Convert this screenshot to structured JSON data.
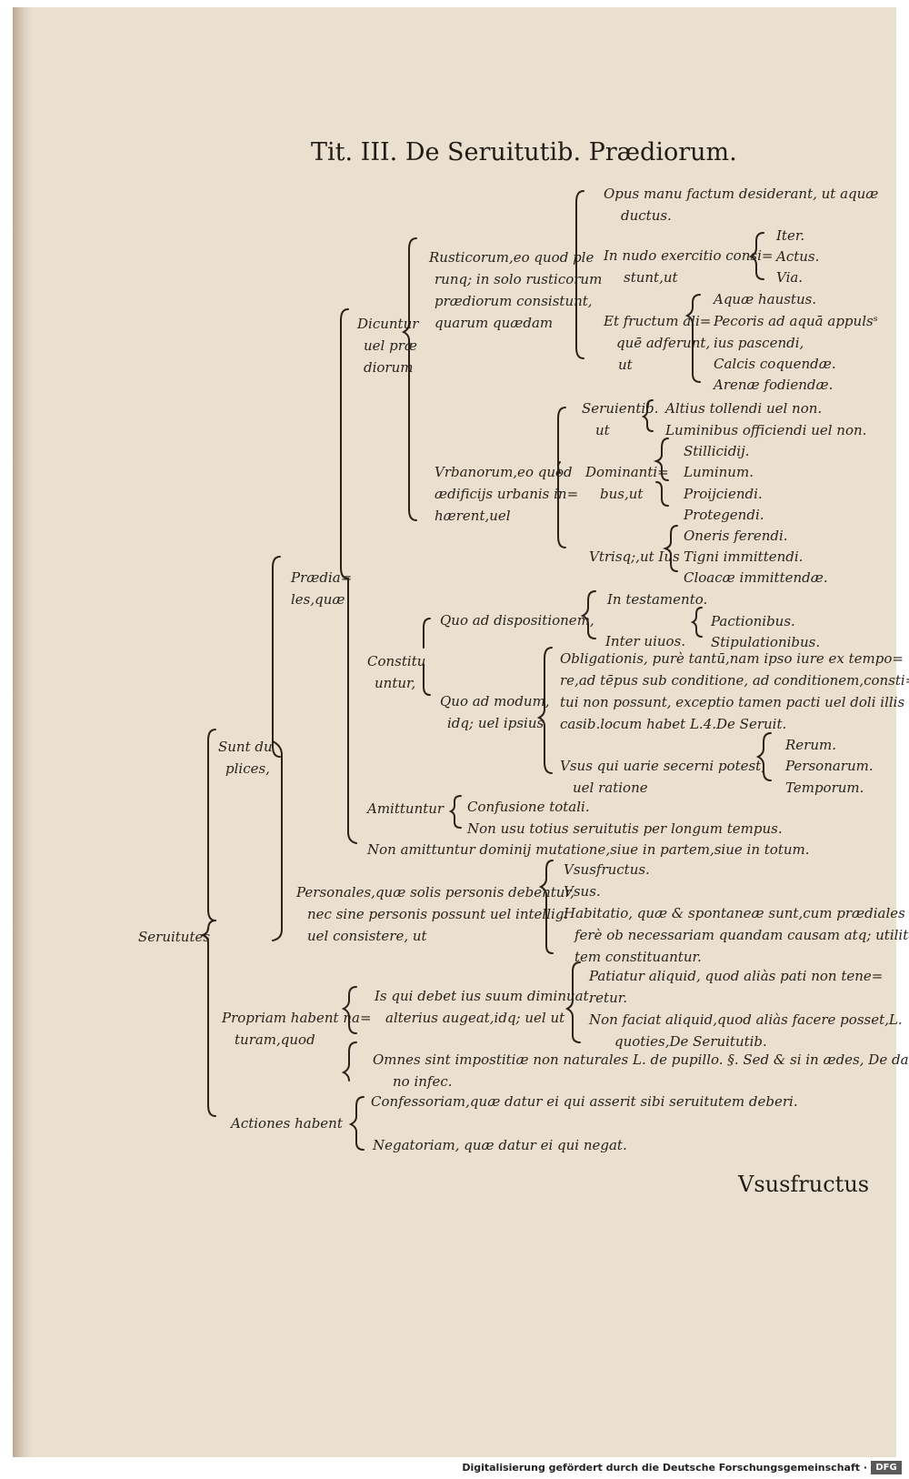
{
  "title": "Tit. III. De Seruitutib. Prædiorum.",
  "catchword": "Vsusfructus",
  "footer": {
    "text": "Digitalisierung gefördert durch die Deutsche Forschungsgemeinschaft ·",
    "logo": "DFG"
  },
  "nodes": {
    "n1": "Opus manu factum desiderant, ut aquæ",
    "n2": "ductus.",
    "n3": "In nudo exercitio consi=",
    "n4": "stunt,ut",
    "n5": "Iter.",
    "n6": "Actus.",
    "n7": "Via.",
    "n8": "Rusticorum,eo quod ple",
    "n9": "runq; in solo rusticorum",
    "n10": "prædiorum consistunt,",
    "n11": "quarum quædam",
    "n12": "Aquæ haustus.",
    "n13": "Et fructum ali=",
    "n14": "quē adferunt,",
    "n15": "ut",
    "n16": "Pecoris ad aquā appulsˢ",
    "n17": "ius pascendi,",
    "n18": "Calcis coquendæ.",
    "n19": "Arenæ fodiendæ.",
    "n20": "Dicuntur",
    "n21": "uel præ",
    "n22": "diorum",
    "n23": "Seruientib.",
    "n24": "ut",
    "n25": "Altius tollendi uel non.",
    "n26": "Luminibus officiendi uel non.",
    "n27": "Stillicidij.",
    "n28": "Luminum.",
    "n29": "Vrbanorum,eo quod",
    "n30": "ædificijs urbanis in=",
    "n31": "hærent,uel",
    "n32": "Dominanti=",
    "n33": "bus,ut",
    "n34": "Proijciendi.",
    "n35": "Protegendi.",
    "n36": "Oneris ferendi.",
    "n37": "Vtrisq;,ut Ius",
    "n38": "Tigni immittendi.",
    "n39": "Cloacæ immittendæ.",
    "n40": "Prædia=",
    "n41": "les,quæ",
    "n42": "In testamento.",
    "n43": "Quo ad dispositionem,",
    "n44": "Pactionibus.",
    "n45": "Inter uiuos.",
    "n46": "Stipulationibus.",
    "n47": "Obligationis, purè tantū,nam ipso iure ex tempo=",
    "n48": "re,ad tēpus sub conditione, ad conditionem,consti=",
    "n49": "tui non possunt, exceptio tamen pacti uel doli illis",
    "n50": "casib.locum habet L.4.De Seruit.",
    "n51": "Constitu",
    "n52": "untur,",
    "n53": "Quo ad modum,",
    "n54": "idq; uel ipsius",
    "n55": "Rerum.",
    "n56": "Vsus qui uarie secerni potest,",
    "n57": "Personarum.",
    "n58": "uel ratione",
    "n59": "Temporum.",
    "n60": "Sunt du",
    "n61": "plices,",
    "n62": "Amittuntur",
    "n63": "Confusione totali.",
    "n64": "Non usu totius seruitutis per longum tempus.",
    "n65": "Non amittuntur dominij mutatione,siue in partem,siue in totum.",
    "n66": "Vsusfructus.",
    "n67": "Personales,quæ solis personis debentur,",
    "n68": "Vsus.",
    "n69": "nec sine personis possunt uel intelligi",
    "n70": "Habitatio, quæ & spontaneæ sunt,cum prædiales",
    "n71": "uel consistere, ut",
    "n72": "ferè ob necessariam quandam causam atq; utilita",
    "n73": "Seruitutes",
    "n74": "tem constituantur.",
    "n75": "Patiatur aliquid, quod aliàs pati non tene=",
    "n76": "Is qui debet ius suum diminuat,",
    "n77": "retur.",
    "n78": "Propriam habent na=",
    "n79": "alterius augeat,idq; uel ut",
    "n80": "Non faciat aliquid,quod aliàs facere posset,L.",
    "n81": "turam,quod",
    "n82": "quoties,De Seruitutib.",
    "n83": "Omnes sint impostitiæ non naturales L. de pupillo. §. Sed & si in ædes, De dam=",
    "n84": "no infec.",
    "n85": "Confessoriam,quæ datur ei qui asserit sibi seruitutem deberi.",
    "n86": "Actiones habent",
    "n87": "Negatoriam, quæ datur ei qui negat."
  }
}
